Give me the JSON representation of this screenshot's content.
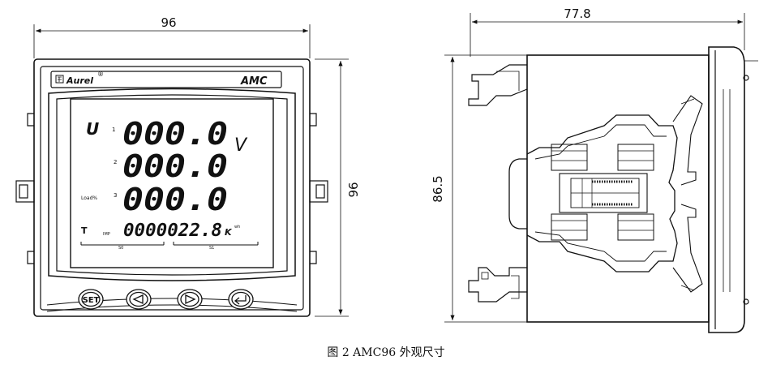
{
  "front_view": {
    "width_dim": "96",
    "height_dim": "96",
    "brand": "Aurel",
    "model": "AMC",
    "lcd": {
      "indicator_u": "U",
      "row_numbers": [
        "1",
        "2",
        "3"
      ],
      "rows": [
        "000.0",
        "000.0",
        "000.0"
      ],
      "unit_v": "V",
      "load_label": "Load%",
      "t_label": "T",
      "imp_label": "IMP",
      "energy": "0000022.8",
      "energy_unit_k": "K",
      "energy_unit_wh": "wh",
      "bottom_left_label": "S0",
      "bottom_right_label": "S1"
    },
    "buttons": [
      "SET",
      "left-arrow",
      "right-arrow",
      "enter"
    ]
  },
  "side_view": {
    "depth_dim": "77.8",
    "height_dim": "86.5"
  },
  "caption": "图 2 AMC96 外观尺寸"
}
